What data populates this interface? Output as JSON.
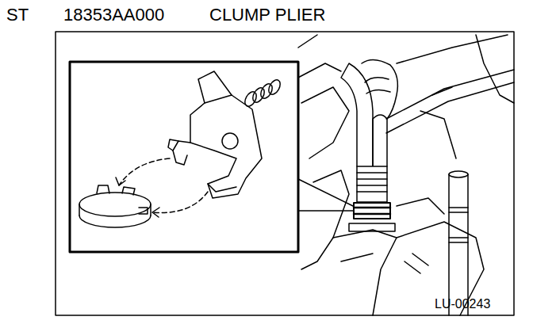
{
  "diagram": {
    "labels": [
      "ST",
      "18353AA000",
      "CLUMP PLIER",
      "LU-00243"
    ]
  }
}
